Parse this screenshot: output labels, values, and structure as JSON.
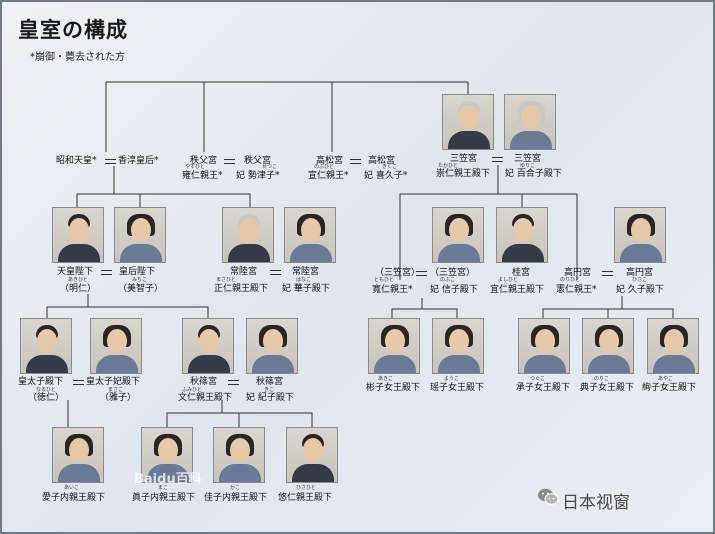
{
  "title": "皇室の構成",
  "note": "*崩御・薨去された方",
  "brand": "日本视窗",
  "watermark": "Baidu百科",
  "gen1": {
    "showa": {
      "name": "昭和天皇*",
      "spouse": "香淳皇后*"
    },
    "chichibu": {
      "title": "秩父宮",
      "spouse_title": "秩父宮",
      "name": "雍仁親王*",
      "name_ruby": "やすひと",
      "spouse": "妃 勢津子*",
      "spouse_ruby": "せつこ"
    },
    "takamatsu": {
      "title": "高松宮",
      "spouse_title": "高松宮",
      "name": "宣仁親王*",
      "name_ruby": "のぶひと",
      "spouse": "妃 喜久子*",
      "spouse_ruby": "きくこ"
    },
    "mikasa": {
      "title": "三笠宮",
      "spouse_title": "三笠宮",
      "name": "崇仁親王殿下",
      "name_ruby": "たかひと",
      "spouse": "妃 百合子殿下",
      "spouse_ruby": "ゆりこ"
    }
  },
  "gen2": {
    "emperor": {
      "name": "天皇陛下",
      "ruby": "あきひと",
      "given": "（明仁）"
    },
    "empress": {
      "name": "皇后陛下",
      "ruby": "みちこ",
      "given": "（美智子）"
    },
    "hitachi": {
      "title": "常陸宮",
      "spouse_title": "常陸宮",
      "name": "正仁親王殿下",
      "name_ruby": "まさひと",
      "spouse": "妃 華子殿下",
      "spouse_ruby": "はなこ"
    },
    "tomohito": {
      "title": "（三笠宮）",
      "spouse_title": "（三笠宮）",
      "name": "寬仁親王*",
      "name_ruby": "ともひと",
      "spouse": "妃 信子殿下",
      "spouse_ruby": "のぶこ"
    },
    "katsura": {
      "title": "桂宮",
      "name": "宜仁親王殿下",
      "name_ruby": "よしひと"
    },
    "takamado": {
      "title": "高円宮",
      "spouse_title": "高円宮",
      "name": "憲仁親王*",
      "name_ruby": "のりひと",
      "spouse": "妃 久子殿下",
      "spouse_ruby": "ひさこ"
    }
  },
  "gen3": {
    "crown_prince": {
      "name": "皇太子殿下",
      "ruby": "なるひと",
      "given": "（徳仁）"
    },
    "crown_princess": {
      "name": "皇太子妃殿下",
      "ruby": "まさこ",
      "given": "（雅子）"
    },
    "akishino": {
      "title": "秋篠宮",
      "spouse_title": "秋篠宮",
      "name": "文仁親王殿下",
      "name_ruby": "ふみひと",
      "spouse": "妃 紀子殿下",
      "spouse_ruby": "きこ"
    },
    "akiko": {
      "name": "彬子女王殿下",
      "ruby": "あきこ"
    },
    "yoko": {
      "name": "瑶子女王殿下",
      "ruby": "ようこ"
    },
    "tsuguko": {
      "name": "承子女王殿下",
      "ruby": "つぐこ"
    },
    "noriko": {
      "name": "典子女王殿下",
      "ruby": "のりこ"
    },
    "ayako": {
      "name": "絢子女王殿下",
      "ruby": "あやこ"
    }
  },
  "gen4": {
    "aiko": {
      "name": "愛子内親王殿下",
      "ruby": "あいこ"
    },
    "mako": {
      "name": "眞子内親王殿下",
      "ruby": "まこ"
    },
    "kako": {
      "name": "佳子内親王殿下",
      "ruby": "かこ"
    },
    "hisahito": {
      "name": "悠仁親王殿下",
      "ruby": "ひさひと"
    }
  }
}
